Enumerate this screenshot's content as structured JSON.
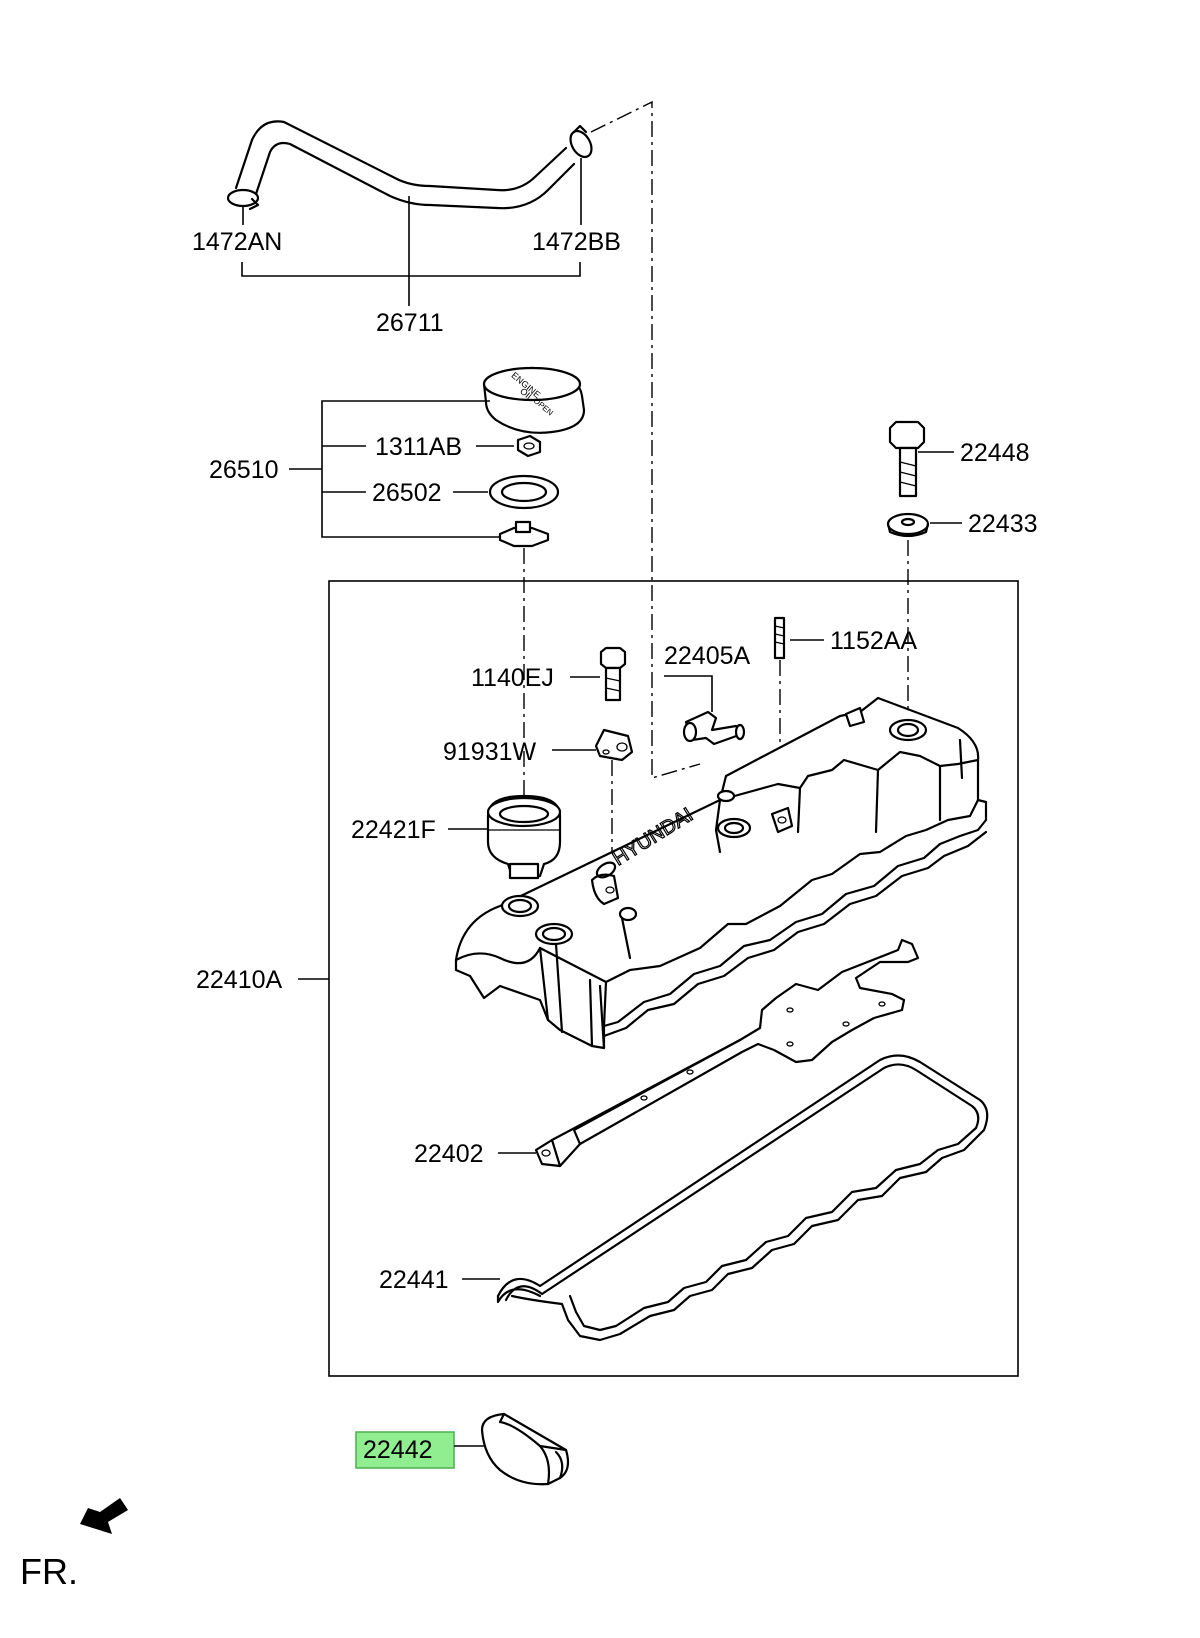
{
  "labels": {
    "hose_clamp_left": "1472AN",
    "hose_clamp_right": "1472BB",
    "breather_hose": "26711",
    "oil_filler_cap_assy": "26510",
    "cap_nut": "1311AB",
    "cap_gasket": "26502",
    "bolt_cover": "22448",
    "washer_cover": "22433",
    "stud": "1152AA",
    "pcv_nipple": "22405A",
    "bolt_bracket": "1140EJ",
    "bracket": "91931W",
    "filler_neck": "22421F",
    "rocker_cover_assy": "22410A",
    "baffle_plate": "22402",
    "cover_gasket": "22441",
    "half_moon_seal": "22442"
  },
  "highlight": {
    "label": "22442",
    "color": "#90ee90",
    "border_color": "#4caf50"
  },
  "cap_text": {
    "line1": "ENGINE",
    "line2": "OIL",
    "line3": "OPEN"
  },
  "logo_text": "HYUNDAI",
  "direction": {
    "label": "FR.",
    "icon": "front-arrow-icon"
  }
}
